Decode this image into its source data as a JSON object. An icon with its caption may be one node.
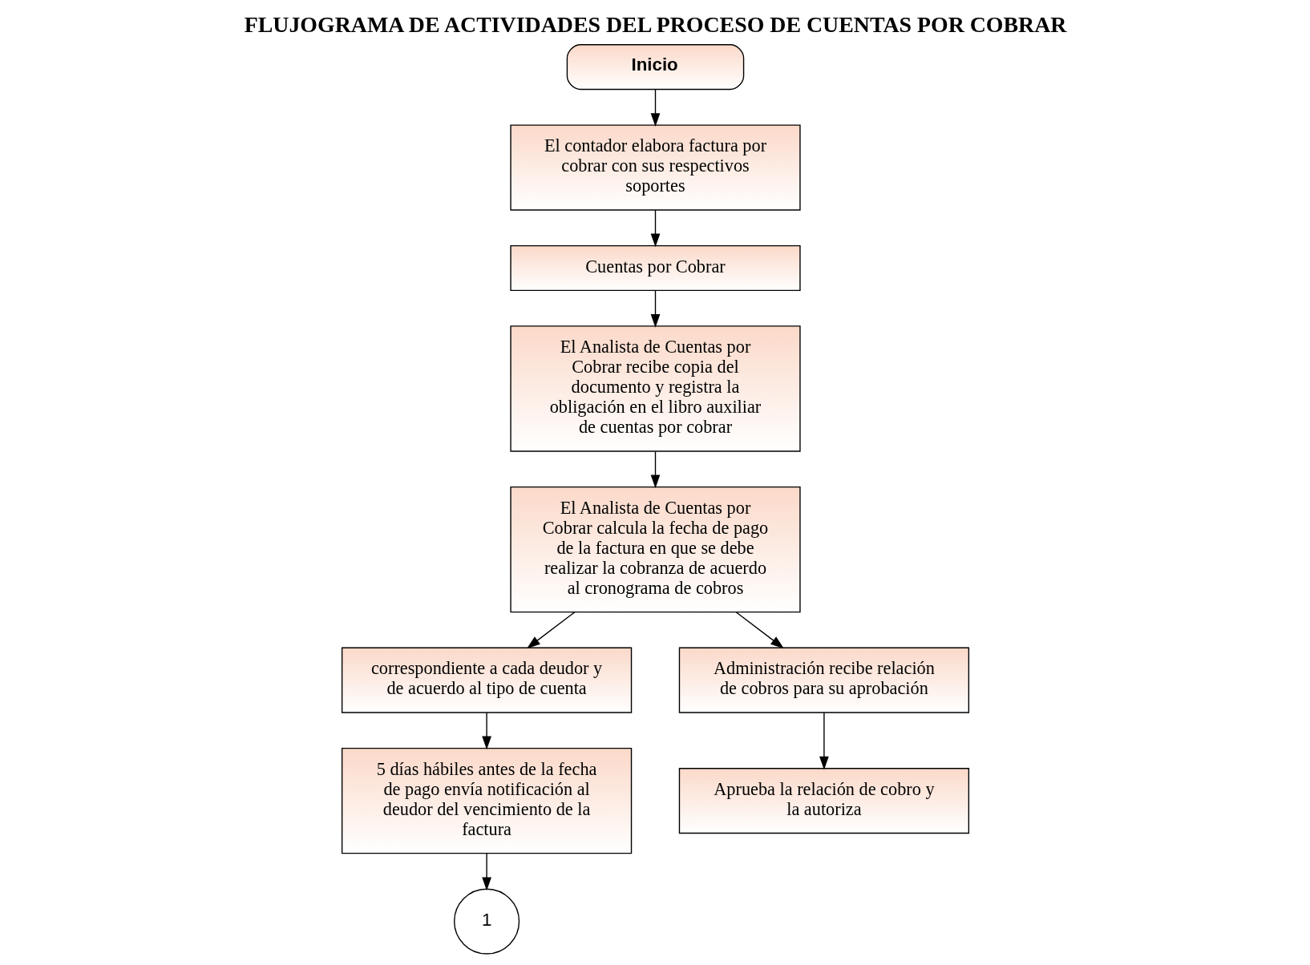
{
  "diagram": {
    "title": "FLUJOGRAMA DE ACTIVIDADES DEL PROCESO DE CUENTAS POR COBRAR",
    "nodes": [
      {
        "text": [
          "Inicio"
        ]
      },
      {
        "text": [
          "El contador elabora factura por cobrar con sus respectivos soportes"
        ]
      },
      {
        "text": [
          "Cuentas por Cobrar"
        ]
      },
      {
        "text": [
          "El Analista de Cuentas por Cobrar recibe copia del documento y registra la obligación en el libro auxiliar de cuentas por cobrar"
        ]
      },
      {
        "text": [
          "El Analista de Cuentas por Cobrar calcula la fecha de pago de la factura en que se debe realizar la cobranza de acuerdo al cronograma de cobros"
        ]
      },
      {
        "text": [
          "correspondiente a cada deudor y de acuerdo al tipo de cuenta"
        ]
      },
      {
        "text": [
          "5 días hábiles antes de la fecha de pago envía notificación al deudor del vencimiento de la factura"
        ]
      },
      {
        "text": [
          "1"
        ]
      },
      {
        "text": [
          "Administración recibe relación de cobros para su aprobación"
        ]
      },
      {
        "text": [
          "Aprueba la relación de cobro y la autoriza"
        ]
      }
    ],
    "edges": [
      {
        "from": 0,
        "to": 1,
        "arrow": "to"
      },
      {
        "from": 1,
        "to": 2,
        "arrow": "to"
      },
      {
        "from": 2,
        "to": 3,
        "arrow": "to"
      },
      {
        "from": 3,
        "to": 4,
        "arrow": "to"
      },
      {
        "from": 4,
        "to": 5,
        "arrow": "to"
      },
      {
        "from": 4,
        "to": 8,
        "arrow": "to"
      },
      {
        "from": 5,
        "to": 6,
        "arrow": "to"
      },
      {
        "from": 6,
        "to": 7,
        "arrow": "to"
      },
      {
        "from": 8,
        "to": 9,
        "arrow": "to"
      }
    ]
  }
}
